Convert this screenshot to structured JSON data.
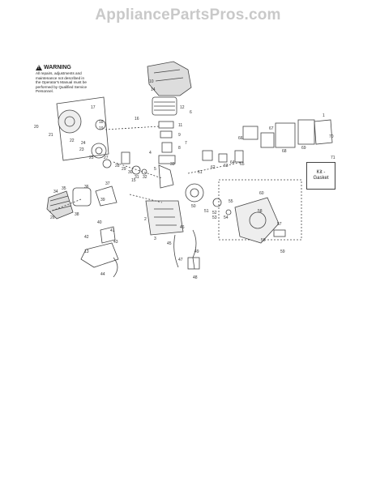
{
  "watermark": "AppliancePartsPros.com",
  "warning": {
    "title": "WARNING",
    "lines": [
      "All repairs, adjustments and",
      "maintenance not described in",
      "the Operator's Manual must be",
      "performed by Qualified Service",
      "Personnel."
    ]
  },
  "kit_box": {
    "number": "71",
    "lines": [
      "Kit -",
      "Gasket"
    ]
  },
  "part_numbers": [
    "1",
    "2",
    "3",
    "4",
    "5",
    "6",
    "7",
    "8",
    "9",
    "10",
    "11",
    "12",
    "13",
    "14",
    "15",
    "16",
    "17",
    "18",
    "19",
    "20",
    "21",
    "22",
    "23",
    "24",
    "25",
    "26",
    "27",
    "28",
    "29",
    "30",
    "31",
    "32",
    "33",
    "34",
    "35",
    "36",
    "37",
    "38",
    "39",
    "40",
    "41",
    "42",
    "43",
    "44",
    "45",
    "46",
    "47",
    "48",
    "49",
    "50",
    "51",
    "52",
    "53",
    "54",
    "55",
    "56",
    "57",
    "58",
    "59",
    "60",
    "61",
    "62",
    "63",
    "64",
    "65",
    "66",
    "67",
    "68",
    "69",
    "70",
    "71"
  ],
  "colors": {
    "line": "#444444",
    "watermark": "#c9c9c9"
  }
}
